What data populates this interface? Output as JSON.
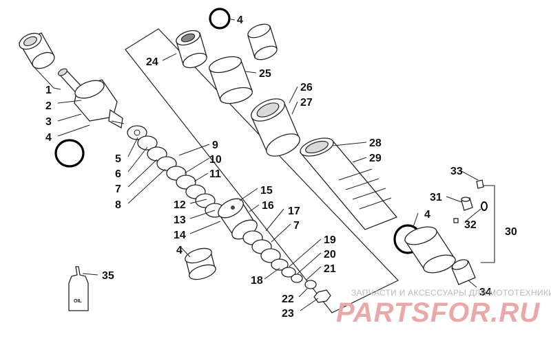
{
  "diagram": {
    "callouts": [
      "1",
      "2",
      "3",
      "4",
      "5",
      "6",
      "7",
      "8",
      "9",
      "10",
      "11",
      "12",
      "13",
      "14",
      "15",
      "16",
      "17",
      "18",
      "19",
      "20",
      "21",
      "22",
      "23",
      "24",
      "25",
      "26",
      "27",
      "28",
      "29",
      "30",
      "31",
      "32",
      "33",
      "34",
      "35"
    ],
    "bottle_label": "OIL",
    "watermark": {
      "tagline": "ЗАПЧАСТИ И АКСЕССУАРЫ ДЛЯ МОТОТЕХНИКИ",
      "logo": "PARTSFOR.RU"
    }
  }
}
